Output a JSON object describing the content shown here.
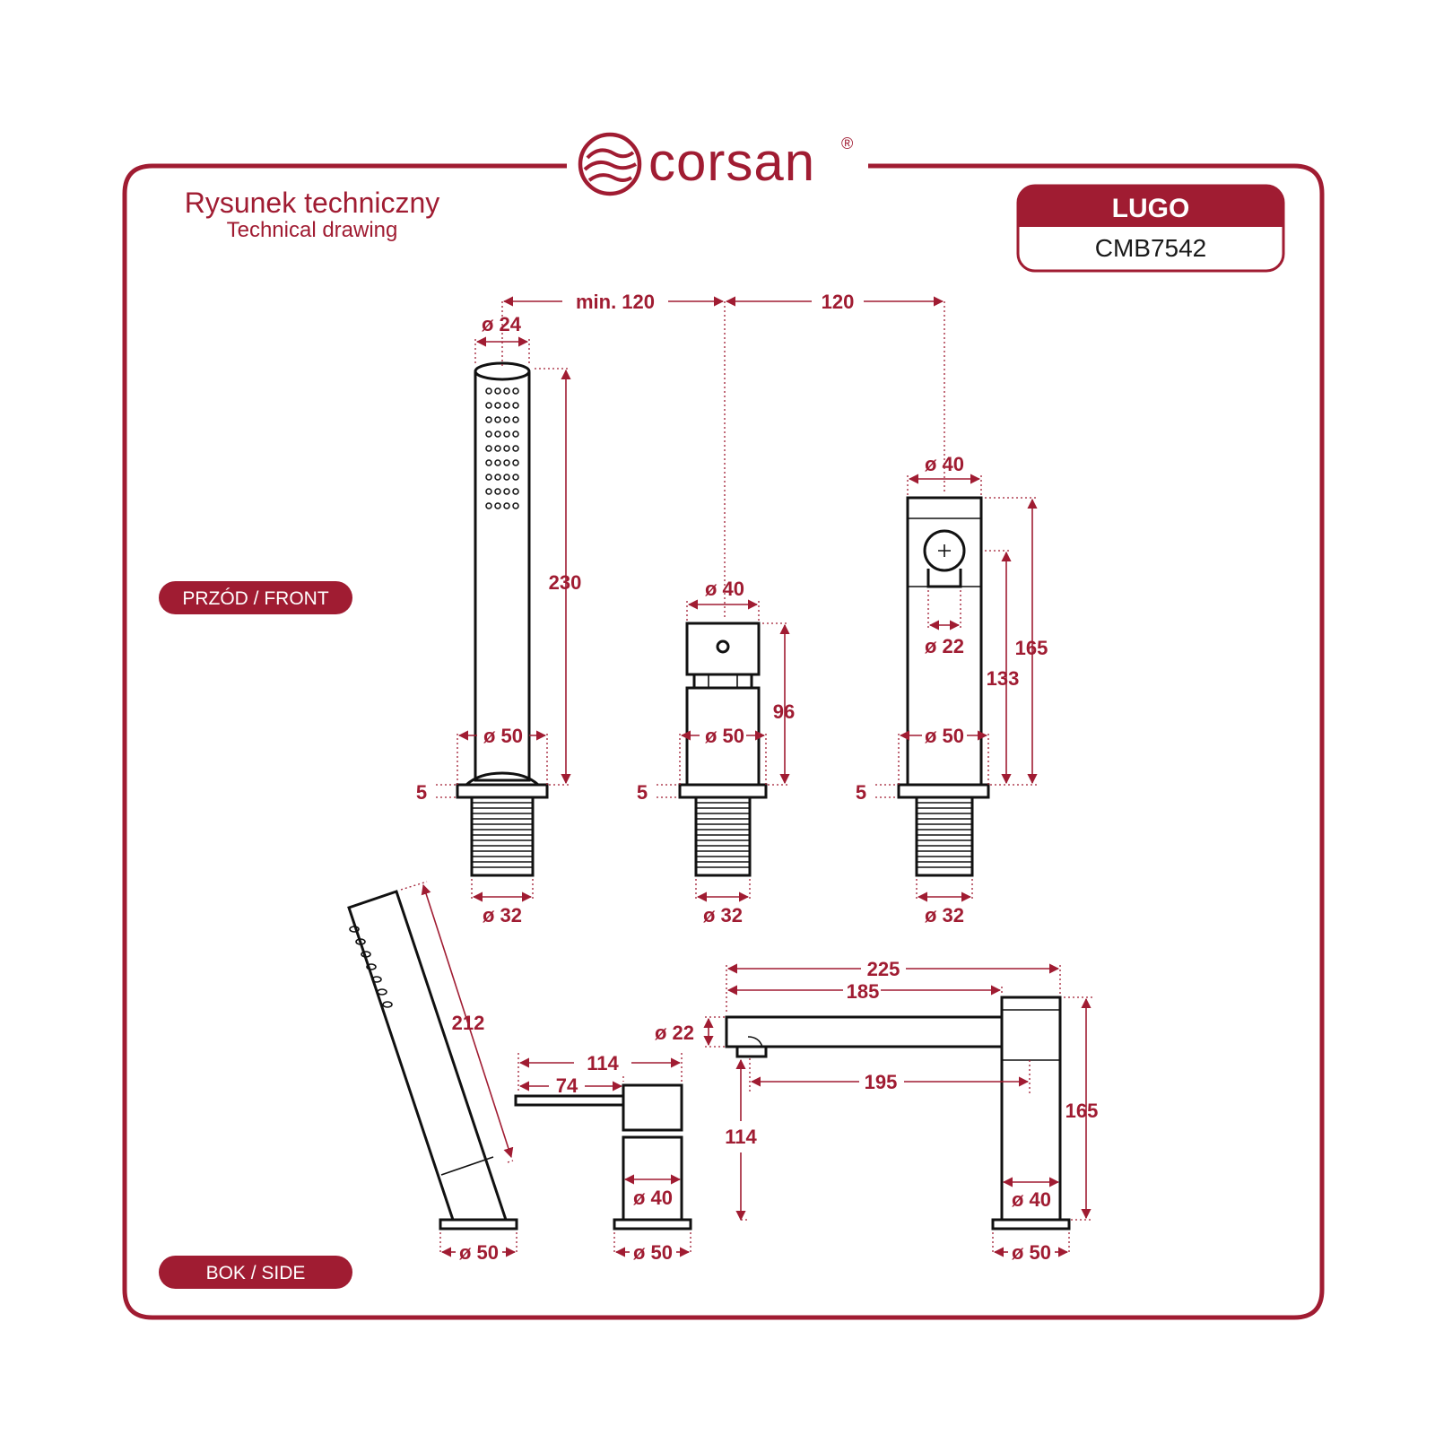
{
  "brand": {
    "name": "corsan",
    "registered_mark": "®"
  },
  "header": {
    "title_pl": "Rysunek techniczny",
    "title_en": "Technical drawing"
  },
  "model": {
    "name": "LUGO",
    "code": "CMB7542"
  },
  "views": {
    "front_label": "PRZÓD / FRONT",
    "side_label": "BOK / SIDE"
  },
  "colors": {
    "accent": "#a01c32",
    "line": "#111111"
  },
  "dimensions": {
    "spacing_left": "min. 120",
    "spacing_right": "120",
    "shower_dia_top": "ø 24",
    "shower_height": "230",
    "shower_base_dia": "ø 50",
    "shower_thread_dia": "ø 32",
    "shower_plate": "5",
    "valve_dia_top": "ø 40",
    "valve_height": "96",
    "valve_base_dia": "ø 50",
    "valve_thread_dia": "ø 32",
    "valve_plate": "5",
    "spout_dia_top": "ø 40",
    "spout_knob_dia": "ø 22",
    "spout_height_total": "165",
    "spout_height_inner": "133",
    "spout_base_dia": "ø 50",
    "spout_thread_dia": "ø 32",
    "spout_plate": "5",
    "side_shower_length": "212",
    "side_shower_base": "ø 50",
    "side_valve_114": "114",
    "side_valve_74": "74",
    "side_valve_body_dia": "ø 40",
    "side_valve_base": "ø 50",
    "side_spout_225": "225",
    "side_spout_185": "185",
    "side_spout_dia": "ø 22",
    "side_spout_195": "195",
    "side_spout_114": "114",
    "side_spout_165": "165",
    "side_spout_body_dia": "ø 40",
    "side_spout_base": "ø 50"
  }
}
